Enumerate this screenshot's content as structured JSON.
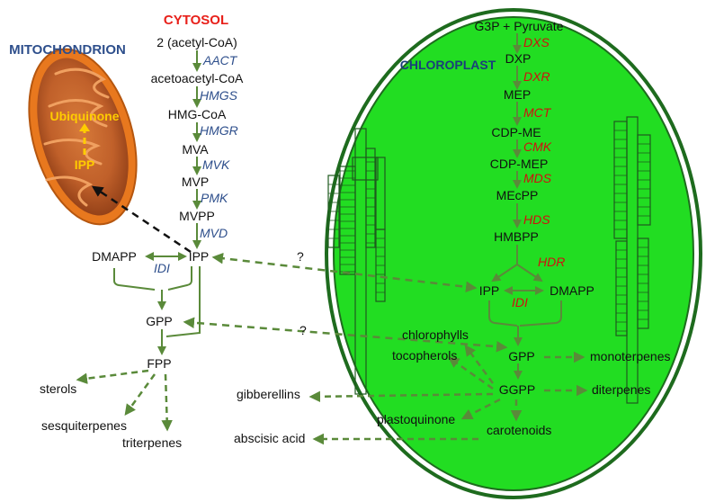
{
  "colors": {
    "cytosol_label": "#e8201a",
    "mitochondrion_label": "#2e4f8c",
    "chloroplast_label": "#1a3f7a",
    "cytosol_enzyme": "#2e4f8c",
    "plastid_enzyme": "#d01010",
    "arrow_green": "#5a8a3a",
    "chloroplast_fill": "#22dd22",
    "chloroplast_border": "#1e6b1e",
    "mito_outer": "#e8781e",
    "mito_text": "#ffcc00"
  },
  "compartments": {
    "cytosol": "CYTOSOL",
    "mitochondrion": "MITOCHONDRION",
    "chloroplast": "CHLOROPLAST"
  },
  "mitochondrion": {
    "ubiquinone": "Ubiquinone",
    "ipp": "IPP"
  },
  "mva_pathway": {
    "metabolites": [
      "2 (acetyl-CoA)",
      "acetoacetyl-CoA",
      "HMG-CoA",
      "MVA",
      "MVP",
      "MVPP",
      "IPP"
    ],
    "enzymes": [
      "AACT",
      "HMGS",
      "HMGR",
      "MVK",
      "PMK",
      "MVD"
    ]
  },
  "cytosol": {
    "dmapp": "DMAPP",
    "idi": "IDI",
    "gpp": "GPP",
    "fpp": "FPP",
    "products": [
      "sterols",
      "sesquiterpenes",
      "triterpenes"
    ]
  },
  "mep_pathway": {
    "metabolites": [
      "G3P + Pyruvate",
      "DXP",
      "MEP",
      "CDP-ME",
      "CDP-MEP",
      "MEcPP",
      "HMBPP"
    ],
    "enzymes": [
      "DXS",
      "DXR",
      "MCT",
      "CMK",
      "MDS",
      "HDS",
      "HDR"
    ]
  },
  "plastid": {
    "ipp": "IPP",
    "dmapp": "DMAPP",
    "idi": "IDI",
    "gpp": "GPP",
    "ggpp": "GGPP",
    "products": [
      "chlorophylls",
      "tocopherols",
      "monoterpenes",
      "diterpenes",
      "plastoquinone",
      "carotenoids"
    ]
  },
  "external_products": [
    "gibberellins",
    "abscisic acid"
  ],
  "exchange": {
    "ipp_transport": "?",
    "gpp_transport": "?"
  }
}
